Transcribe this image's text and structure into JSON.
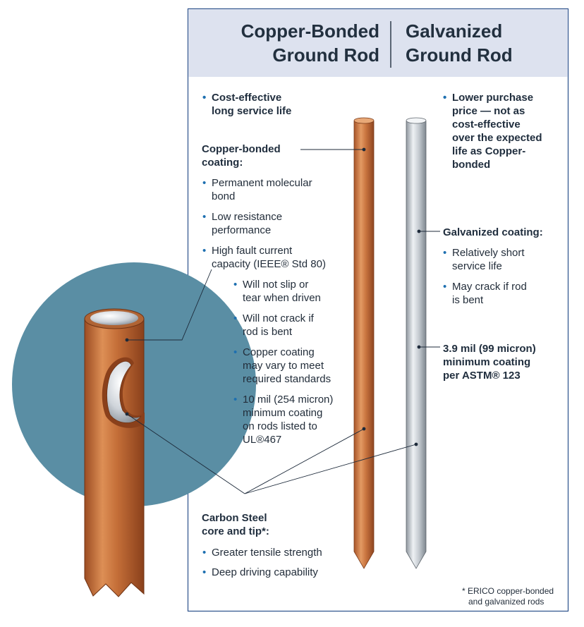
{
  "header": {
    "left_line1": "Copper-Bonded",
    "left_line2": "Ground Rod",
    "right_line1": "Galvanized",
    "right_line2": "Ground Rod"
  },
  "copper": {
    "top_bullet_line1": "Cost-effective",
    "top_bullet_line2": "long service life",
    "coating_heading_line1": "Copper-bonded",
    "coating_heading_line2": "coating:",
    "bullets": [
      [
        "Permanent molecular",
        "bond"
      ],
      [
        "Low resistance",
        "performance"
      ],
      [
        "High fault current",
        "capacity (IEEE® Std 80)"
      ]
    ],
    "sub_bullets": [
      [
        "Will not slip or",
        "tear when driven"
      ],
      [
        "Will not crack if",
        "rod is bent"
      ],
      [
        "Copper coating",
        "may vary to meet",
        "required standards"
      ],
      [
        "10 mil (254 micron)",
        "minimum coating",
        "on rods listed to",
        "UL®467"
      ]
    ]
  },
  "galvanized": {
    "top_bullet_lines": [
      "Lower purchase",
      "price — not as",
      "cost-effective",
      "over the expected",
      "life as Copper-",
      "bonded"
    ],
    "coating_heading": "Galvanized coating:",
    "bullets": [
      [
        "Relatively short",
        "service life"
      ],
      [
        "May crack if rod",
        "is bent"
      ]
    ],
    "spec_lines": [
      "3.9 mil (99 micron)",
      "minimum coating",
      "per ASTM® 123"
    ]
  },
  "core": {
    "heading_line1": "Carbon Steel",
    "heading_line2": "core and tip*:",
    "bullets": [
      "Greater tensile strength",
      "Deep driving capability"
    ]
  },
  "footnote": {
    "line1": "* ERICO copper-bonded",
    "line2": "and galvanized rods"
  },
  "colors": {
    "border": "#2a4f8a",
    "header_bg": "#dde2ef",
    "circle": "#5a8ea4",
    "copper": "#c8763e",
    "steel": "#bcc3cb"
  }
}
